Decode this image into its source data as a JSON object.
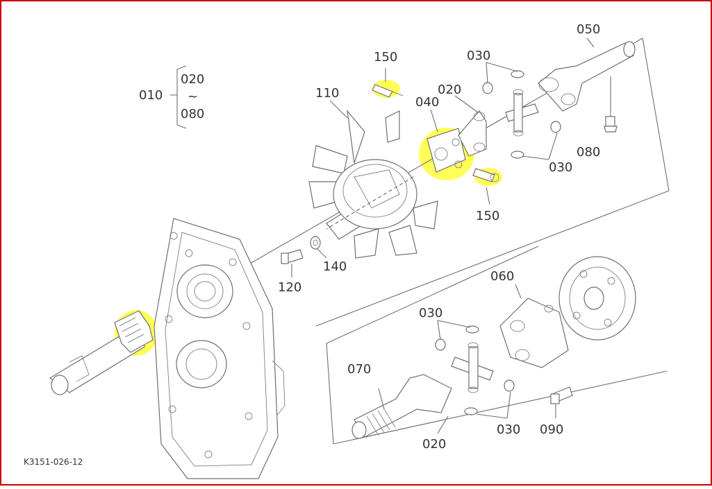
{
  "drawing_code": "K3151-026-12",
  "colors": {
    "frame": "#cc0000",
    "highlight": "#ffff33",
    "linework": "#6e6e6e"
  },
  "callouts": {
    "c010": "010",
    "c020_range_top": "020",
    "c020_range_tilde": "~",
    "c080_range_bottom": "080",
    "c150_top": "150",
    "c110": "110",
    "c040": "040",
    "c020_upper": "020",
    "c030_upper_top": "030",
    "c050": "050",
    "c080": "080",
    "c030_upper_right": "030",
    "c150_mid": "150",
    "c120": "120",
    "c140": "140",
    "c060": "060",
    "c030_lower_top": "030",
    "c070": "070",
    "c030_lower_right": "030",
    "c090": "090",
    "c020_lower": "020"
  }
}
